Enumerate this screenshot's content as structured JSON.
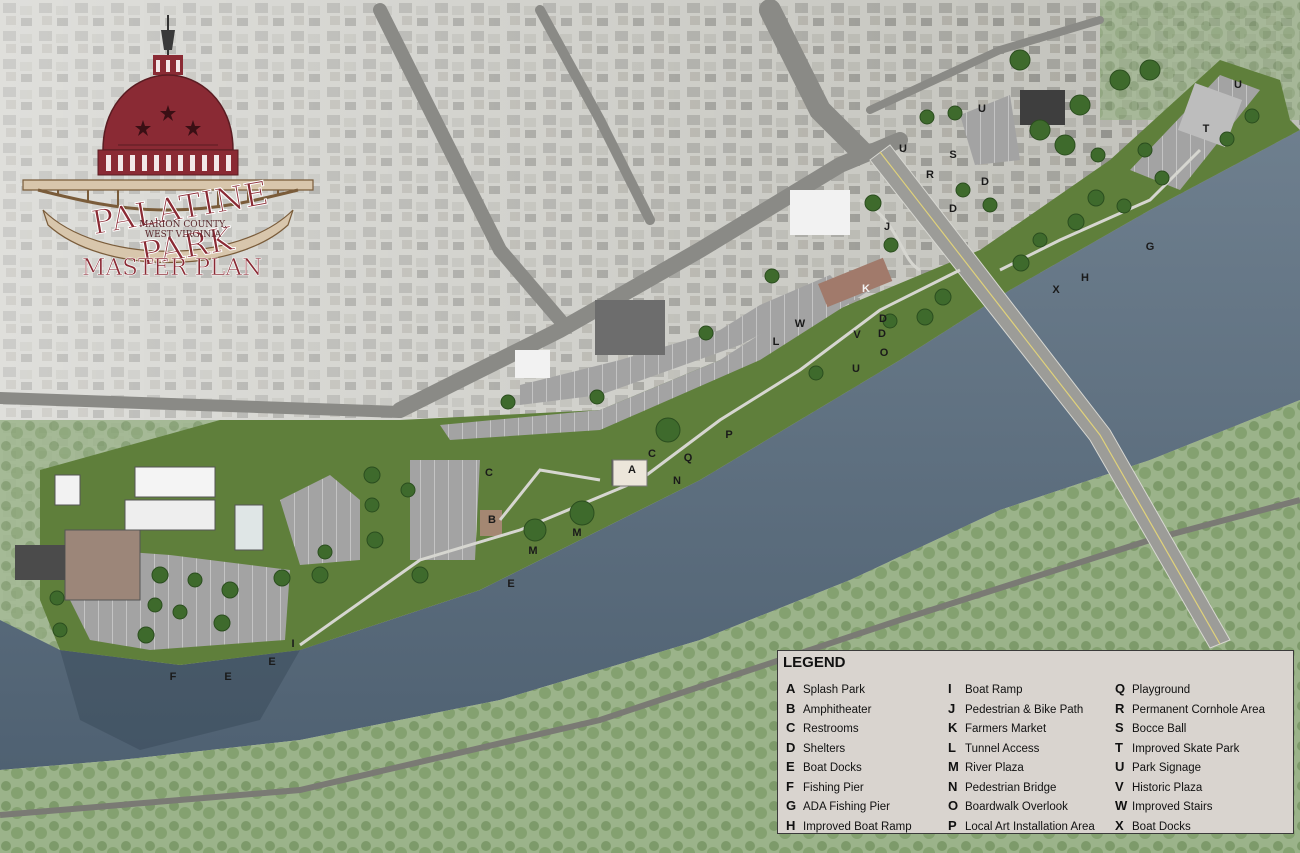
{
  "logo": {
    "title": "PALATINE PARK",
    "county": "MARION COUNTY,",
    "state": "WEST VIRGINIA",
    "plan": "MASTER PLAN"
  },
  "legend": {
    "title": "LEGEND",
    "columns": [
      [
        {
          "key": "A",
          "label": "Splash Park"
        },
        {
          "key": "B",
          "label": "Amphitheater"
        },
        {
          "key": "C",
          "label": "Restrooms"
        },
        {
          "key": "D",
          "label": "Shelters"
        },
        {
          "key": "E",
          "label": "Boat Docks"
        },
        {
          "key": "F",
          "label": "Fishing Pier"
        },
        {
          "key": "G",
          "label": "ADA Fishing Pier"
        },
        {
          "key": "H",
          "label": "Improved Boat Ramp"
        }
      ],
      [
        {
          "key": "I",
          "label": "Boat Ramp"
        },
        {
          "key": "J",
          "label": "Pedestrian & Bike Path"
        },
        {
          "key": "K",
          "label": "Farmers Market"
        },
        {
          "key": "L",
          "label": "Tunnel Access"
        },
        {
          "key": "M",
          "label": "River Plaza"
        },
        {
          "key": "N",
          "label": "Pedestrian Bridge"
        },
        {
          "key": "O",
          "label": "Boardwalk Overlook"
        },
        {
          "key": "P",
          "label": "Local Art Installation Area"
        }
      ],
      [
        {
          "key": "Q",
          "label": "Playground"
        },
        {
          "key": "R",
          "label": "Permanent Cornhole Area"
        },
        {
          "key": "S",
          "label": "Bocce Ball"
        },
        {
          "key": "T",
          "label": "Improved Skate Park"
        },
        {
          "key": "U",
          "label": "Park Signage"
        },
        {
          "key": "V",
          "label": "Historic Plaza"
        },
        {
          "key": "W",
          "label": "Improved Stairs"
        },
        {
          "key": "X",
          "label": "Boat Docks"
        }
      ]
    ]
  },
  "map_markers": [
    "A",
    "B",
    "C",
    "C",
    "D",
    "D",
    "D",
    "D",
    "E",
    "E",
    "E",
    "F",
    "G",
    "H",
    "I",
    "J",
    "K",
    "L",
    "M",
    "M",
    "N",
    "O",
    "P",
    "Q",
    "R",
    "S",
    "T",
    "U",
    "U",
    "U",
    "U",
    "V",
    "W",
    "X"
  ],
  "colors": {
    "river": "#6c7d8c",
    "park_green": "#5e7d3a",
    "parking": "#9a9a9a",
    "logo_maroon": "#8a2a34",
    "legend_bg": "#d9d4cf"
  }
}
